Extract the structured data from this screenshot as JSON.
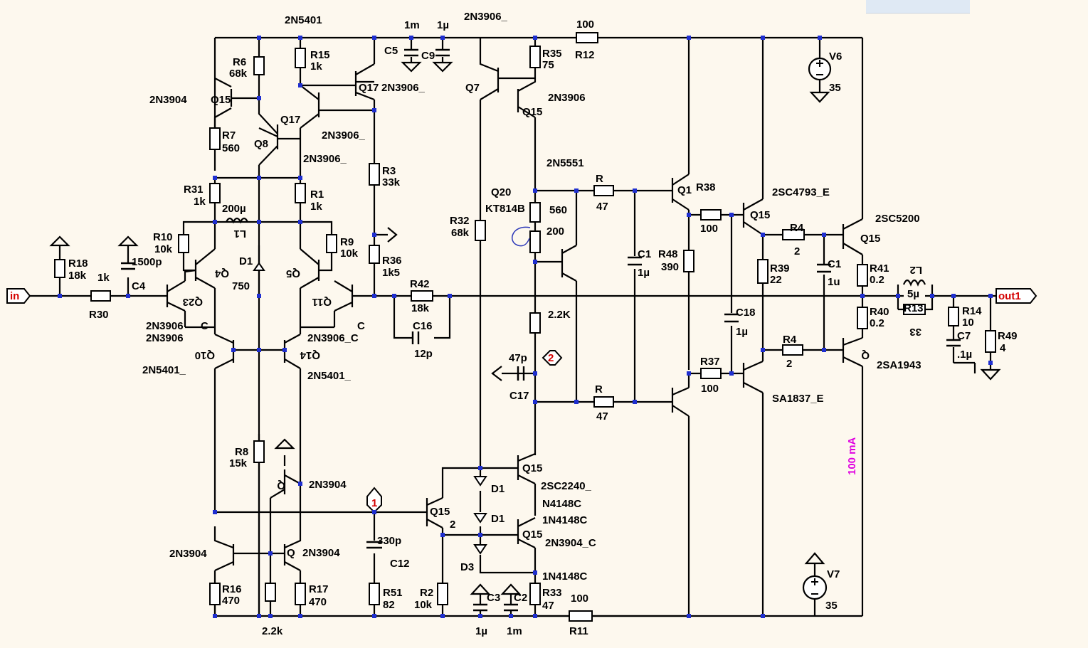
{
  "schematic": {
    "net_in": "in",
    "net_out": "out1",
    "labels": [
      "2N5401",
      "1m",
      "1µ",
      "2N3906_",
      "100",
      "R12",
      "R6",
      "68k",
      "R15",
      "1k",
      "C5",
      "C9",
      "Q17",
      "2N3906_",
      "R35",
      "75",
      "V6",
      "35",
      "2N3904",
      "Q15",
      "Q7",
      "Q15",
      "2N3906",
      "R7",
      "560",
      "Q8",
      "Q17",
      "2N3906_",
      "2N3906_",
      "R3",
      "33k",
      "2N5551",
      "R31",
      "1k",
      "R1",
      "1k",
      "Q20",
      "KT814B",
      "R",
      "47",
      "Q1",
      "R38",
      "2SC4793_E",
      "200µ",
      "L1",
      "560",
      "Q15",
      "2SC5200",
      "R10",
      "10k",
      "R9",
      "10k",
      "R32",
      "68k",
      "200",
      "100",
      "R4",
      "2",
      "Q15",
      "R18",
      "18k",
      "1500p",
      "Q4",
      "Q5",
      "D1",
      "R36",
      "1k5",
      "C1",
      "1µ",
      "R48",
      "390",
      "R39",
      "22",
      "C1",
      "1u",
      "R41",
      "0.2",
      "L2",
      "5µ",
      "1k",
      "C4",
      "Q23",
      "750",
      "Q11",
      "R42",
      "18k",
      "out1",
      "R13",
      "33",
      "R14",
      "10",
      "C7",
      ".1µ",
      "R49",
      "4",
      "R30",
      "C",
      "2N3906",
      "C",
      "2N3906",
      "2N3906_C",
      "2.2K",
      "C16",
      "12p",
      "C18",
      "1µ",
      "R40",
      "0.2",
      "Q10",
      "Q14",
      "2N5401_",
      "2N5401_",
      "47p",
      "2",
      "R4",
      "2",
      "Q",
      "2SA1943",
      "C17",
      "R",
      "47",
      "R37",
      "100",
      "SA1837_E",
      "R8",
      "15k",
      "100 mA",
      "Q15",
      "2SC2240_",
      "Q",
      "2N3904",
      "D1",
      "N4148C",
      "1",
      "Q15",
      "2",
      "D1",
      "1N4148C",
      "2N3904",
      "Q",
      "2N3904",
      "330p",
      "Q15",
      "2N3904_C",
      "C12",
      "D3",
      "1N4148C",
      "V7",
      "R16",
      "470",
      "R17",
      "470",
      "R51",
      "82",
      "R2",
      "10k",
      "C3",
      "C2",
      "R33",
      "47",
      "100",
      "35",
      "2.2k",
      "1µ",
      "1m",
      "R11"
    ],
    "colors": {
      "wire": "#000000",
      "junction": "#1f2fd0",
      "net_flag": "#d40000",
      "annotation": "#e000e0",
      "background": "#fdf8ee"
    }
  }
}
